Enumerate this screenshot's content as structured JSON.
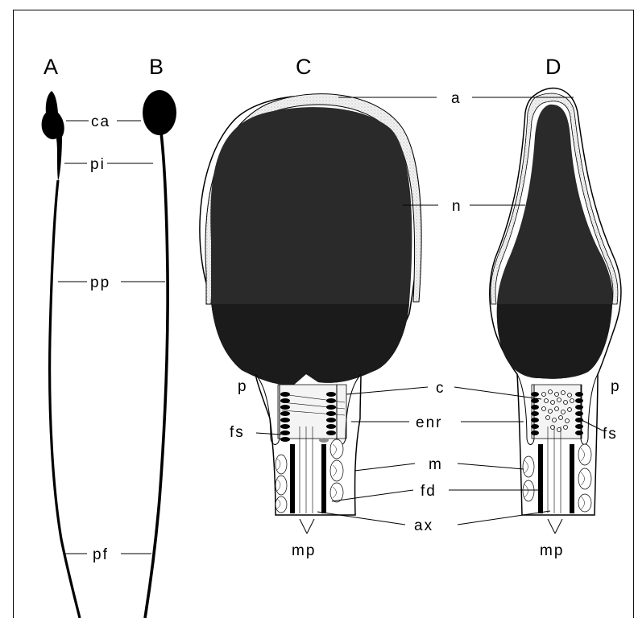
{
  "panels": {
    "A": "A",
    "B": "B",
    "C": "C",
    "D": "D"
  },
  "labels": {
    "ca": "ca",
    "pi": "pi",
    "pp": "pp",
    "pf": "pf",
    "a": "a",
    "n": "n",
    "p_left": "p",
    "p_right": "p",
    "c": "c",
    "fs_left": "fs",
    "fs_right": "fs",
    "enr": "enr",
    "m": "m",
    "fd": "fd",
    "ax": "ax",
    "mp_left": "mp",
    "mp_right": "mp"
  },
  "colors": {
    "ink": "#000000",
    "nucleus_upper": "#2a2a2a",
    "nucleus_lower": "#1b1b1b",
    "acrosome": "#e6e6e6"
  }
}
